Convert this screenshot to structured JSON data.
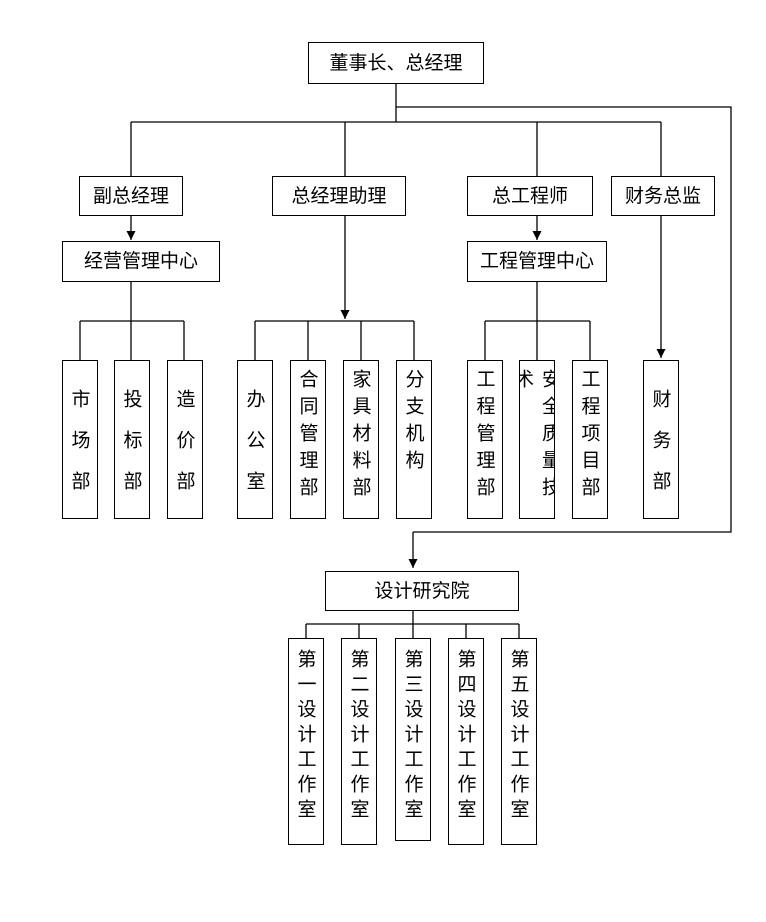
{
  "top": "董事长、总经理",
  "level2": {
    "vice_gm": "副总经理",
    "gm_assistant": "总经理助理",
    "chief_engineer": "总工程师",
    "finance_director": "财务总监"
  },
  "business_center": "经营管理中心",
  "engineering_center": "工程管理中心",
  "departments": {
    "market": "市场部",
    "bidding": "投标部",
    "cost": "造价部",
    "office": "办公室",
    "contract": "合同管理部",
    "materials": "家具材料部",
    "branches": "分支机构",
    "project_management": "工程管理部",
    "safety_quality": "安全质量技术",
    "project": "工程项目部",
    "finance": "财务部"
  },
  "design_institute": "设计研究院",
  "studios": {
    "s1": "第一设计工作室",
    "s2": "第二设计工作室",
    "s3": "第三设计工作室",
    "s4": "第四设计工作室",
    "s5": "第五设计工作室"
  }
}
